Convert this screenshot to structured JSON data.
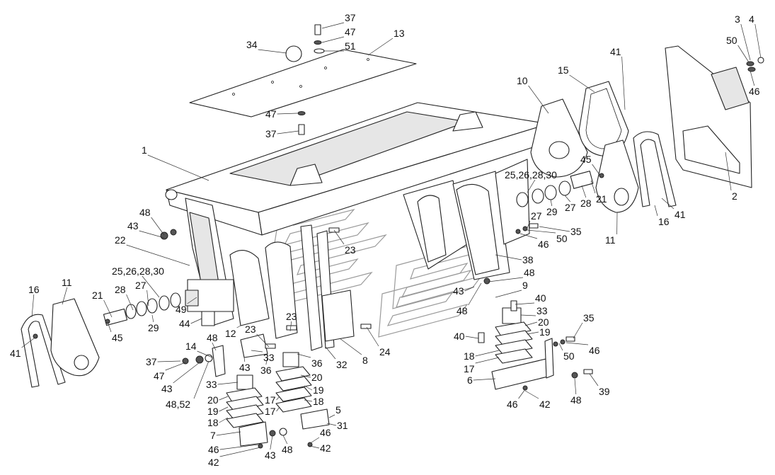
{
  "labels": [
    {
      "id": "l37a",
      "text": "37"
    },
    {
      "id": "l47a",
      "text": "47"
    },
    {
      "id": "l51",
      "text": "51"
    },
    {
      "id": "l13",
      "text": "13"
    },
    {
      "id": "l34",
      "text": "34"
    },
    {
      "id": "l47b",
      "text": "47"
    },
    {
      "id": "l37b",
      "text": "37"
    },
    {
      "id": "l1",
      "text": "1"
    },
    {
      "id": "l10",
      "text": "10"
    },
    {
      "id": "l15",
      "text": "15"
    },
    {
      "id": "l41a",
      "text": "41"
    },
    {
      "id": "l3",
      "text": "3"
    },
    {
      "id": "l4",
      "text": "4"
    },
    {
      "id": "l50a",
      "text": "50"
    },
    {
      "id": "l46a",
      "text": "46"
    },
    {
      "id": "l2",
      "text": "2"
    },
    {
      "id": "l25a",
      "text": "25,26,28,30"
    },
    {
      "id": "l45a",
      "text": "45"
    },
    {
      "id": "l29a",
      "text": "29"
    },
    {
      "id": "l27a",
      "text": "27"
    },
    {
      "id": "l28a",
      "text": "28"
    },
    {
      "id": "l21a",
      "text": "21"
    },
    {
      "id": "l41b",
      "text": "41"
    },
    {
      "id": "l16a",
      "text": "16"
    },
    {
      "id": "l11a",
      "text": "11"
    },
    {
      "id": "l27b",
      "text": "27"
    },
    {
      "id": "l35a",
      "text": "35"
    },
    {
      "id": "l50b",
      "text": "50"
    },
    {
      "id": "l46b",
      "text": "46"
    },
    {
      "id": "l48a",
      "text": "48"
    },
    {
      "id": "l43a",
      "text": "43"
    },
    {
      "id": "l22",
      "text": "22"
    },
    {
      "id": "l23a",
      "text": "23"
    },
    {
      "id": "l38",
      "text": "38"
    },
    {
      "id": "l48b",
      "text": "48"
    },
    {
      "id": "l25b",
      "text": "25,26,28,30"
    },
    {
      "id": "l27c",
      "text": "27"
    },
    {
      "id": "l28b",
      "text": "28"
    },
    {
      "id": "l21b",
      "text": "21"
    },
    {
      "id": "l16b",
      "text": "16"
    },
    {
      "id": "l11b",
      "text": "11"
    },
    {
      "id": "l29b",
      "text": "29"
    },
    {
      "id": "l49",
      "text": "49"
    },
    {
      "id": "l44",
      "text": "44"
    },
    {
      "id": "l45b",
      "text": "45"
    },
    {
      "id": "l41c",
      "text": "41"
    },
    {
      "id": "l23b",
      "text": "23"
    },
    {
      "id": "l23c",
      "text": "23"
    },
    {
      "id": "l12",
      "text": "12"
    },
    {
      "id": "l9",
      "text": "9"
    },
    {
      "id": "l43b",
      "text": "43"
    },
    {
      "id": "l48c",
      "text": "48"
    },
    {
      "id": "l40a",
      "text": "40"
    },
    {
      "id": "l33a",
      "text": "33"
    },
    {
      "id": "l20a",
      "text": "20"
    },
    {
      "id": "l19a",
      "text": "19"
    },
    {
      "id": "l35b",
      "text": "35"
    },
    {
      "id": "l46c",
      "text": "46"
    },
    {
      "id": "l40b",
      "text": "40"
    },
    {
      "id": "l18a",
      "text": "18"
    },
    {
      "id": "l50c",
      "text": "50"
    },
    {
      "id": "l17a",
      "text": "17"
    },
    {
      "id": "l6",
      "text": "6"
    },
    {
      "id": "l39",
      "text": "39"
    },
    {
      "id": "l46d",
      "text": "46"
    },
    {
      "id": "l42a",
      "text": "42"
    },
    {
      "id": "l48d",
      "text": "48"
    },
    {
      "id": "l14",
      "text": "14"
    },
    {
      "id": "l48e",
      "text": "48"
    },
    {
      "id": "l33b",
      "text": "33"
    },
    {
      "id": "l37c",
      "text": "37"
    },
    {
      "id": "l43c",
      "text": "43"
    },
    {
      "id": "l36a",
      "text": "36"
    },
    {
      "id": "l32",
      "text": "32"
    },
    {
      "id": "l8",
      "text": "8"
    },
    {
      "id": "l24",
      "text": "24"
    },
    {
      "id": "l47c",
      "text": "47"
    },
    {
      "id": "l43d",
      "text": "43"
    },
    {
      "id": "l36b",
      "text": "36"
    },
    {
      "id": "l20b",
      "text": "20"
    },
    {
      "id": "l48f",
      "text": "48,52"
    },
    {
      "id": "l33c",
      "text": "33"
    },
    {
      "id": "l19b",
      "text": "19"
    },
    {
      "id": "l20c",
      "text": "20"
    },
    {
      "id": "l17b",
      "text": "17"
    },
    {
      "id": "l18b",
      "text": "18"
    },
    {
      "id": "l19c",
      "text": "19"
    },
    {
      "id": "l17c",
      "text": "17"
    },
    {
      "id": "l18c",
      "text": "18"
    },
    {
      "id": "l5",
      "text": "5"
    },
    {
      "id": "l7",
      "text": "7"
    },
    {
      "id": "l31",
      "text": "31"
    },
    {
      "id": "l46e",
      "text": "46"
    },
    {
      "id": "l46f",
      "text": "46"
    },
    {
      "id": "l48g",
      "text": "48"
    },
    {
      "id": "l43e",
      "text": "43"
    },
    {
      "id": "l42b",
      "text": "42"
    },
    {
      "id": "l42c",
      "text": "42"
    }
  ]
}
